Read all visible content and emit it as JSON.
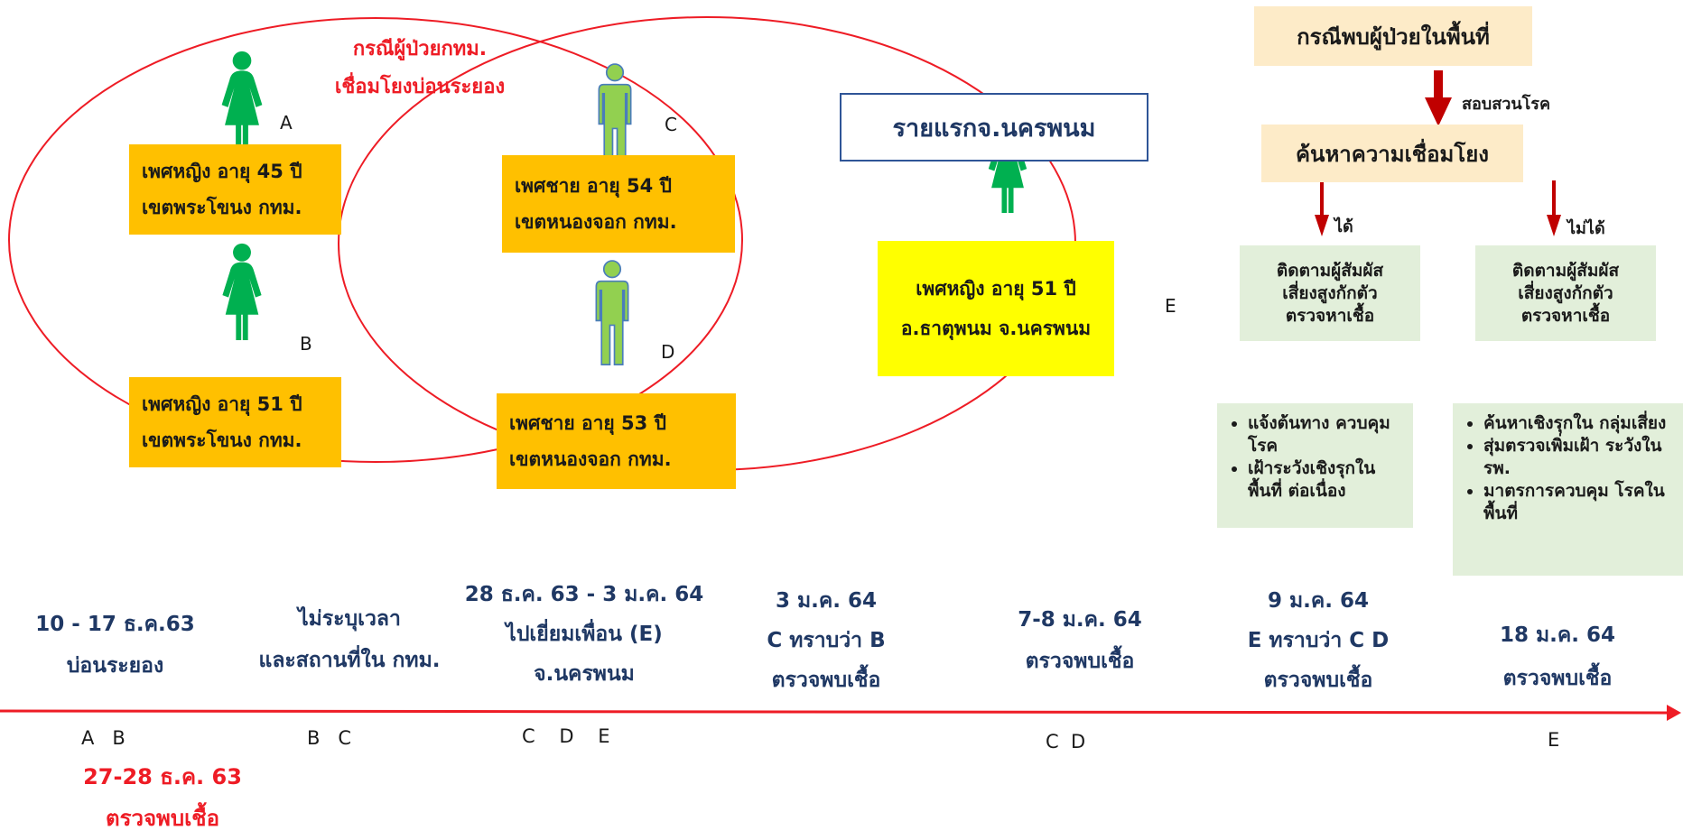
{
  "annotations": {
    "bangkok_case_title": "กรณีผู้ป่วยกทม.",
    "bangkok_case_subtitle": "เชื่อมโยงบ่อนระยอง",
    "first_case_title": "รายแรกจ.นครพนม"
  },
  "persons": {
    "A": {
      "letter": "A",
      "color": "#00b050"
    },
    "B": {
      "letter": "B",
      "color": "#00b050"
    },
    "C": {
      "letter": "C",
      "color": "#92d050"
    },
    "D": {
      "letter": "D",
      "color": "#92d050"
    },
    "E": {
      "letter": "E",
      "color": "#00b050"
    }
  },
  "cases": {
    "A": {
      "line1": "เพศหญิง อายุ 45 ปี",
      "line2": "เขตพระโขนง กทม."
    },
    "B": {
      "line1": "เพศหญิง อายุ 51 ปี",
      "line2": "เขตพระโขนง กทม."
    },
    "C": {
      "line1": "เพศชาย อายุ   54 ปี",
      "line2": "เขตหนองจอก กทม."
    },
    "D": {
      "line1": "เพศชาย อายุ  53  ปี",
      "line2": "เขตหนองจอก กทม."
    },
    "E": {
      "line1": "เพศหญิง อายุ 51 ปี",
      "line2": "อ.ธาตุพนม จ.นครพนม"
    }
  },
  "flow": {
    "top": "กรณีพบผู้ป่วยในพื้นที่",
    "arrow1_label": "สอบสวนโรค",
    "search": "ค้นหาความเชื่อมโยง",
    "left_arrow_label": "ได้",
    "right_arrow_label": "ไม่ได้",
    "left_box": [
      "ติดตามผู้สัมผัส",
      "เสี่ยงสูงกักตัว",
      "ตรวจหาเชื้อ"
    ],
    "right_box": [
      "ติดตามผู้สัมผัส",
      "เสี่ยงสูงกักตัว",
      "ตรวจหาเชื้อ"
    ],
    "left_actions": [
      "แจ้งต้นทาง ควบคุมโรค",
      "เฝ้าระวังเชิงรุกใน พื้นที่ ต่อเนื่อง"
    ],
    "right_actions": [
      "ค้นหาเชิงรุกใน กลุ่มเสี่ยง",
      "สุ่มตรวจเพิ่มเฝ้า ระวังใน รพ.",
      "มาตรการควบคุม โรคในพื้นที่"
    ]
  },
  "timeline": {
    "events": [
      {
        "lines": [
          "10 - 17 ธ.ค.63",
          "บ่อนระยอง"
        ],
        "people": "A   B"
      },
      {
        "lines": [
          "ไม่ระบุเวลา",
          "และสถานที่ใน กทม."
        ],
        "people": "B   C"
      },
      {
        "lines": [
          "28 ธ.ค. 63 - 3 ม.ค. 64",
          "ไปเยี่ยมเพื่อน (E)",
          "จ.นครพนม"
        ],
        "people": "C    D    E"
      },
      {
        "lines": [
          "3  ม.ค. 64",
          "C ทราบว่า B",
          "ตรวจพบเชื้อ"
        ],
        "people": ""
      },
      {
        "lines": [
          "7-8  ม.ค. 64",
          "ตรวจพบเชื้อ"
        ],
        "people": "C  D"
      },
      {
        "lines": [
          "9  ม.ค. 64",
          "E ทราบว่า C D",
          "ตรวจพบเชื้อ"
        ],
        "people": ""
      },
      {
        "lines": [
          "18 ม.ค. 64",
          "ตรวจพบเชื้อ"
        ],
        "people": "E"
      }
    ],
    "first_detection": {
      "date": "27-28  ธ.ค. 63",
      "label": "ตรวจพบเชื้อ"
    }
  },
  "colors": {
    "red": "#ee1c25",
    "dark_red": "#c00000",
    "navy": "#1f3864",
    "orange_box": "#ffc000",
    "yellow_box": "#ffff00",
    "cream_box": "#fdebc8",
    "green_box": "#e2efda",
    "blue_border": "#2f5597"
  }
}
